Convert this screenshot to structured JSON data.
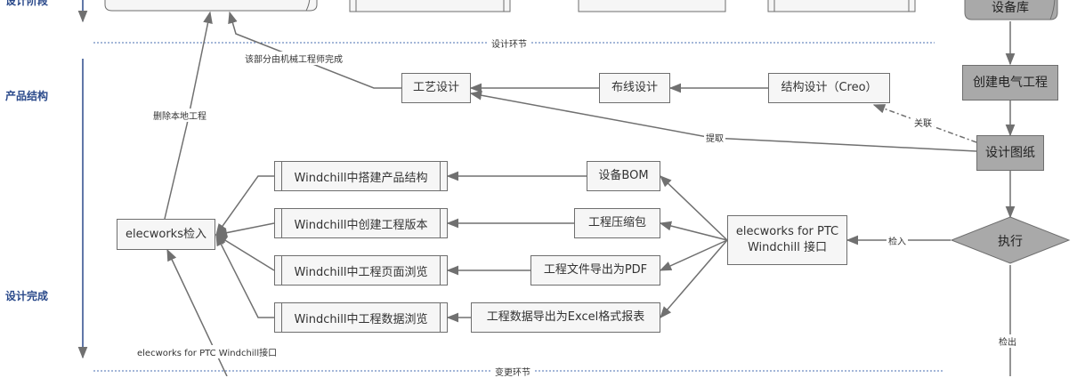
{
  "phases": {
    "top": "设计阶段",
    "product": "产品结构",
    "finish": "设计完成"
  },
  "separators": {
    "design": "设计环节",
    "change": "变更环节"
  },
  "nodes": {
    "device_lib": "设备库",
    "create_project": "创建电气工程",
    "design_drawing": "设计图纸",
    "execute": "执行",
    "process_design": "工艺设计",
    "routing_design": "布线设计",
    "structure_design": "结构设计（Creo）",
    "interface": "elecworks for PTC Windchill 接口",
    "checkin": "elecworks检入",
    "device_bom": "设备BOM",
    "project_zip": "工程压缩包",
    "export_pdf": "工程文件导出为PDF",
    "export_excel": "工程数据导出为Excel格式报表",
    "wc_structure": "Windchill中搭建产品结构",
    "wc_version": "Windchill中创建工程版本",
    "wc_page": "Windchill中工程页面浏览",
    "wc_data": "Windchill中工程数据浏览"
  },
  "labels": {
    "mech": "该部分由机械工程师完成",
    "delete_local": "删除本地工程",
    "extract": "提取",
    "associate": "关联",
    "checkin_edge": "检入",
    "checkout_edge": "检出",
    "interface_edge": "elecworks for PTC Windchill接口"
  }
}
